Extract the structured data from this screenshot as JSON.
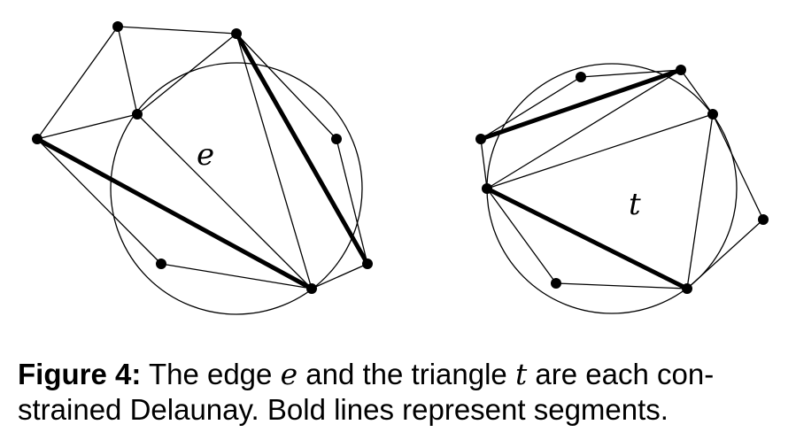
{
  "figure": {
    "edge_label": "e",
    "triangle_label": "t"
  },
  "caption": {
    "label": "Figure 4:",
    "part1": "The edge",
    "edge_var": "e",
    "part2": "and the triangle",
    "triangle_var": "t",
    "part3": "are each con-",
    "line2": "strained Delaunay. Bold lines represent segments."
  }
}
